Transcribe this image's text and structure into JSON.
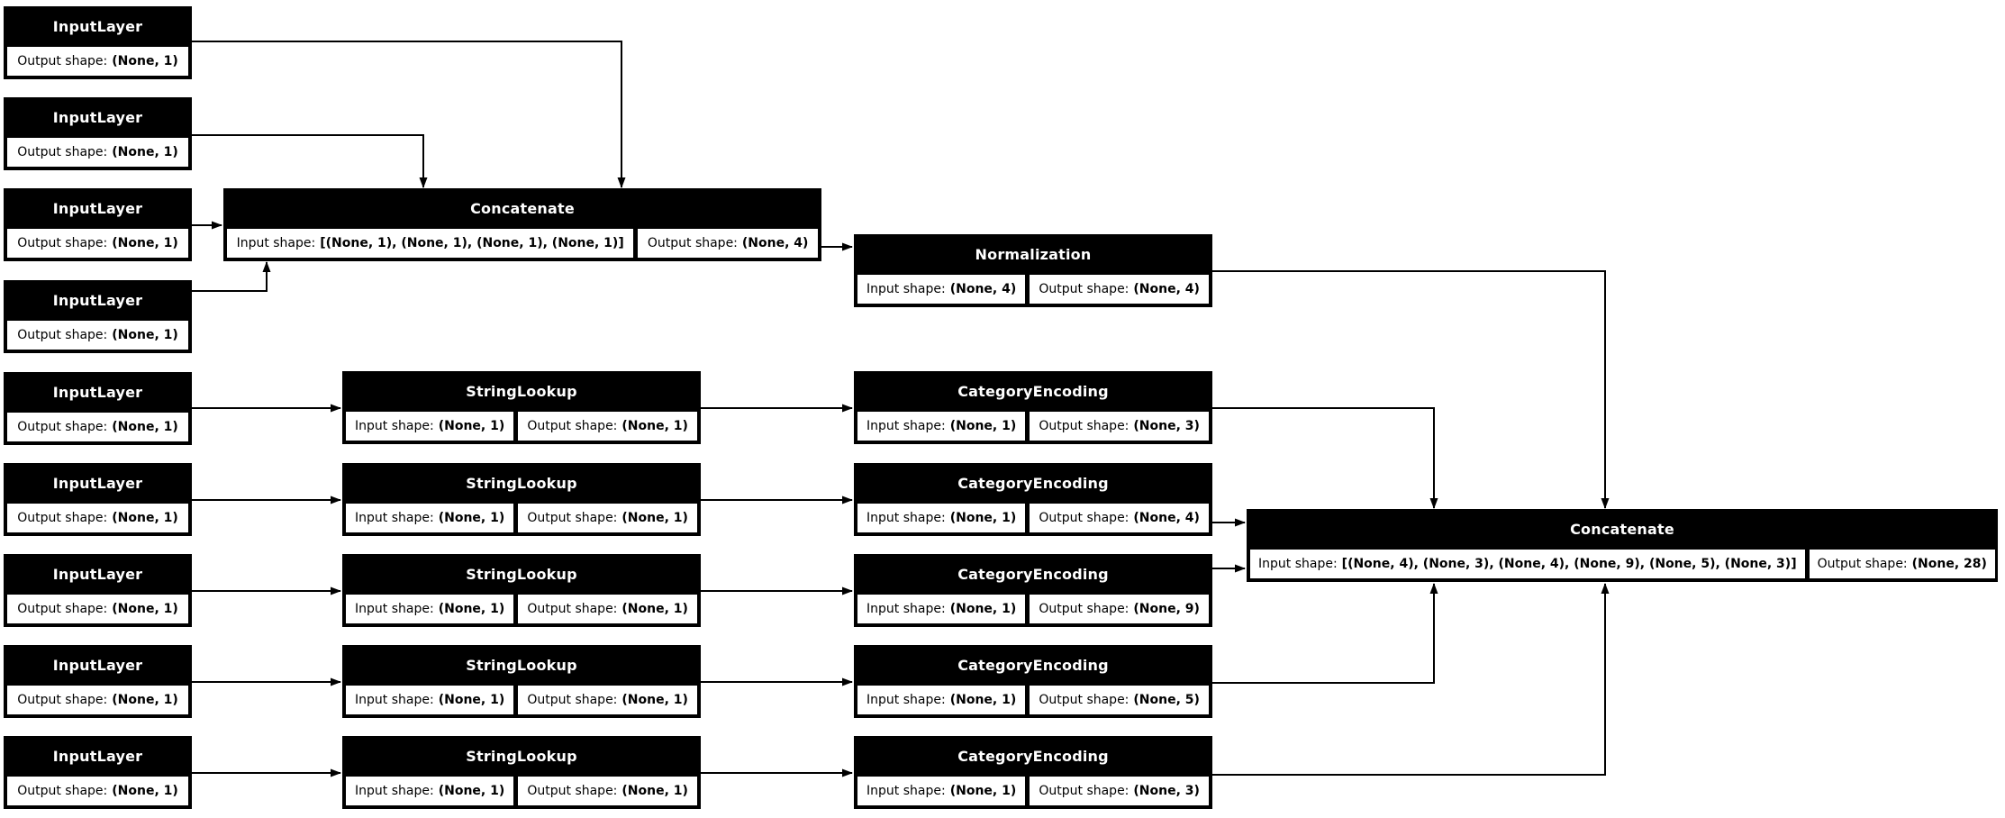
{
  "diagram": {
    "background": "#ffffff",
    "node_fill": "#000000",
    "node_title_color": "#ffffff",
    "cell_fill": "#ffffff",
    "cell_text_color": "#000000",
    "edge_color": "#000000"
  },
  "nodes": [
    {
      "type": "InputLayer",
      "cells": [
        {
          "label": "Output shape:",
          "value": "(None, 1)"
        }
      ]
    },
    {
      "type": "InputLayer",
      "cells": [
        {
          "label": "Output shape:",
          "value": "(None, 1)"
        }
      ]
    },
    {
      "type": "InputLayer",
      "cells": [
        {
          "label": "Output shape:",
          "value": "(None, 1)"
        }
      ]
    },
    {
      "type": "InputLayer",
      "cells": [
        {
          "label": "Output shape:",
          "value": "(None, 1)"
        }
      ]
    },
    {
      "type": "InputLayer",
      "cells": [
        {
          "label": "Output shape:",
          "value": "(None, 1)"
        }
      ]
    },
    {
      "type": "InputLayer",
      "cells": [
        {
          "label": "Output shape:",
          "value": "(None, 1)"
        }
      ]
    },
    {
      "type": "InputLayer",
      "cells": [
        {
          "label": "Output shape:",
          "value": "(None, 1)"
        }
      ]
    },
    {
      "type": "InputLayer",
      "cells": [
        {
          "label": "Output shape:",
          "value": "(None, 1)"
        }
      ]
    },
    {
      "type": "InputLayer",
      "cells": [
        {
          "label": "Output shape:",
          "value": "(None, 1)"
        }
      ]
    },
    {
      "type": "Concatenate",
      "cells": [
        {
          "label": "Input shape:",
          "value": "[(None, 1), (None, 1), (None, 1), (None, 1)]"
        },
        {
          "label": "Output shape:",
          "value": "(None, 4)"
        }
      ]
    },
    {
      "type": "Normalization",
      "cells": [
        {
          "label": "Input shape:",
          "value": "(None, 4)"
        },
        {
          "label": "Output shape:",
          "value": "(None, 4)"
        }
      ]
    },
    {
      "type": "StringLookup",
      "cells": [
        {
          "label": "Input shape:",
          "value": "(None, 1)"
        },
        {
          "label": "Output shape:",
          "value": "(None, 1)"
        }
      ]
    },
    {
      "type": "StringLookup",
      "cells": [
        {
          "label": "Input shape:",
          "value": "(None, 1)"
        },
        {
          "label": "Output shape:",
          "value": "(None, 1)"
        }
      ]
    },
    {
      "type": "StringLookup",
      "cells": [
        {
          "label": "Input shape:",
          "value": "(None, 1)"
        },
        {
          "label": "Output shape:",
          "value": "(None, 1)"
        }
      ]
    },
    {
      "type": "StringLookup",
      "cells": [
        {
          "label": "Input shape:",
          "value": "(None, 1)"
        },
        {
          "label": "Output shape:",
          "value": "(None, 1)"
        }
      ]
    },
    {
      "type": "StringLookup",
      "cells": [
        {
          "label": "Input shape:",
          "value": "(None, 1)"
        },
        {
          "label": "Output shape:",
          "value": "(None, 1)"
        }
      ]
    },
    {
      "type": "CategoryEncoding",
      "cells": [
        {
          "label": "Input shape:",
          "value": "(None, 1)"
        },
        {
          "label": "Output shape:",
          "value": "(None, 3)"
        }
      ]
    },
    {
      "type": "CategoryEncoding",
      "cells": [
        {
          "label": "Input shape:",
          "value": "(None, 1)"
        },
        {
          "label": "Output shape:",
          "value": "(None, 4)"
        }
      ]
    },
    {
      "type": "CategoryEncoding",
      "cells": [
        {
          "label": "Input shape:",
          "value": "(None, 1)"
        },
        {
          "label": "Output shape:",
          "value": "(None, 9)"
        }
      ]
    },
    {
      "type": "CategoryEncoding",
      "cells": [
        {
          "label": "Input shape:",
          "value": "(None, 1)"
        },
        {
          "label": "Output shape:",
          "value": "(None, 5)"
        }
      ]
    },
    {
      "type": "CategoryEncoding",
      "cells": [
        {
          "label": "Input shape:",
          "value": "(None, 1)"
        },
        {
          "label": "Output shape:",
          "value": "(None, 3)"
        }
      ]
    },
    {
      "type": "Concatenate",
      "cells": [
        {
          "label": "Input shape:",
          "value": "[(None, 4), (None, 3), (None, 4), (None, 9), (None, 5), (None, 3)]"
        },
        {
          "label": "Output shape:",
          "value": "(None, 28)"
        }
      ]
    }
  ]
}
